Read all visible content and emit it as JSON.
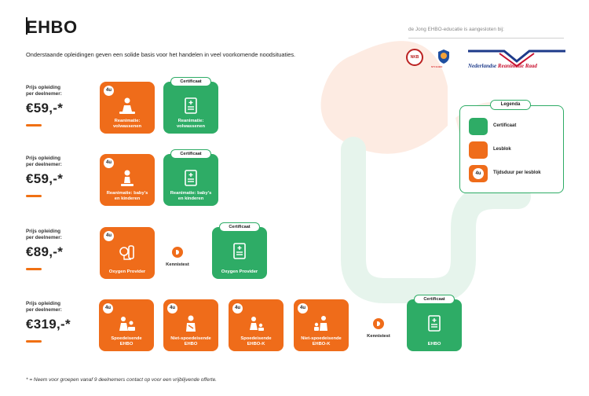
{
  "header": {
    "title": "EHBO",
    "intro": "Onderstaande opleidingen geven een solide basis voor het handelen in veel voorkomende noodsituaties."
  },
  "affiliations": {
    "text": "de Jong EHBO-educatie is aangesloten bij:",
    "nkb_logo": "NKB",
    "shield_logo_text": "NTI EHBO",
    "nrr_name": "Nederlandse",
    "nrr_name_accent": "Reanimatie Raad"
  },
  "common": {
    "price_label_line1": "Prijs opleiding",
    "price_label_line2": "per deelnemer:",
    "badge_4u": "4u",
    "certificate": "Certificaat",
    "kennistest": "Kennistest"
  },
  "rows": [
    {
      "price": "€59,-*",
      "tiles": [
        {
          "type": "lesblok",
          "label1": "Reanimatie:",
          "label2": "volwassenen",
          "icon": "cpr-adult-icon"
        },
        {
          "type": "certificaat",
          "label1": "Reanimatie:",
          "label2": "volwassenen",
          "icon": "document-plus-icon"
        }
      ]
    },
    {
      "price": "€59,-*",
      "tiles": [
        {
          "type": "lesblok",
          "label1": "Reanimatie: baby's",
          "label2": "en kinderen",
          "icon": "cpr-child-icon"
        },
        {
          "type": "certificaat",
          "label1": "Reanimatie: baby's",
          "label2": "en kinderen",
          "icon": "document-plus-icon"
        }
      ]
    },
    {
      "price": "€89,-*",
      "tiles": [
        {
          "type": "lesblok",
          "label1": "Oxygen Provider",
          "label2": "",
          "icon": "oxygen-icon"
        },
        {
          "type": "certificaat",
          "label1": "Oxygen Provider",
          "label2": "",
          "icon": "document-plus-icon"
        }
      ]
    },
    {
      "price": "€319,-*",
      "tiles": [
        {
          "type": "lesblok",
          "label1": "Spoedeisende",
          "label2": "EHBO",
          "icon": "first-aid-adult-icon"
        },
        {
          "type": "lesblok",
          "label1": "Niet-spoedeisende",
          "label2": "EHBO",
          "icon": "bandaged-person-icon"
        },
        {
          "type": "lesblok",
          "label1": "Spoedeisende",
          "label2": "EHBO-K",
          "icon": "first-aid-child-icon"
        },
        {
          "type": "lesblok",
          "label1": "Niet-spoedeisende",
          "label2": "EHBO-K",
          "icon": "child-bandage-icon"
        },
        {
          "type": "certificaat",
          "label1": "EHBO",
          "label2": "",
          "icon": "document-plus-icon"
        }
      ]
    }
  ],
  "legend": {
    "title": "Legenda",
    "items": [
      {
        "label": "Certificaat",
        "color": "#2eac66"
      },
      {
        "label": "Lesblok",
        "color": "#ef6c1a"
      },
      {
        "label": "Tijdsduur per lesblok",
        "color": "#ef6c1a"
      }
    ]
  },
  "colors": {
    "orange": "#ef6c1a",
    "green": "#2eac66"
  },
  "footnote": "* = Neem voor groepen vanaf 9 deelnemers contact op voor een vrijblijvende offerte."
}
